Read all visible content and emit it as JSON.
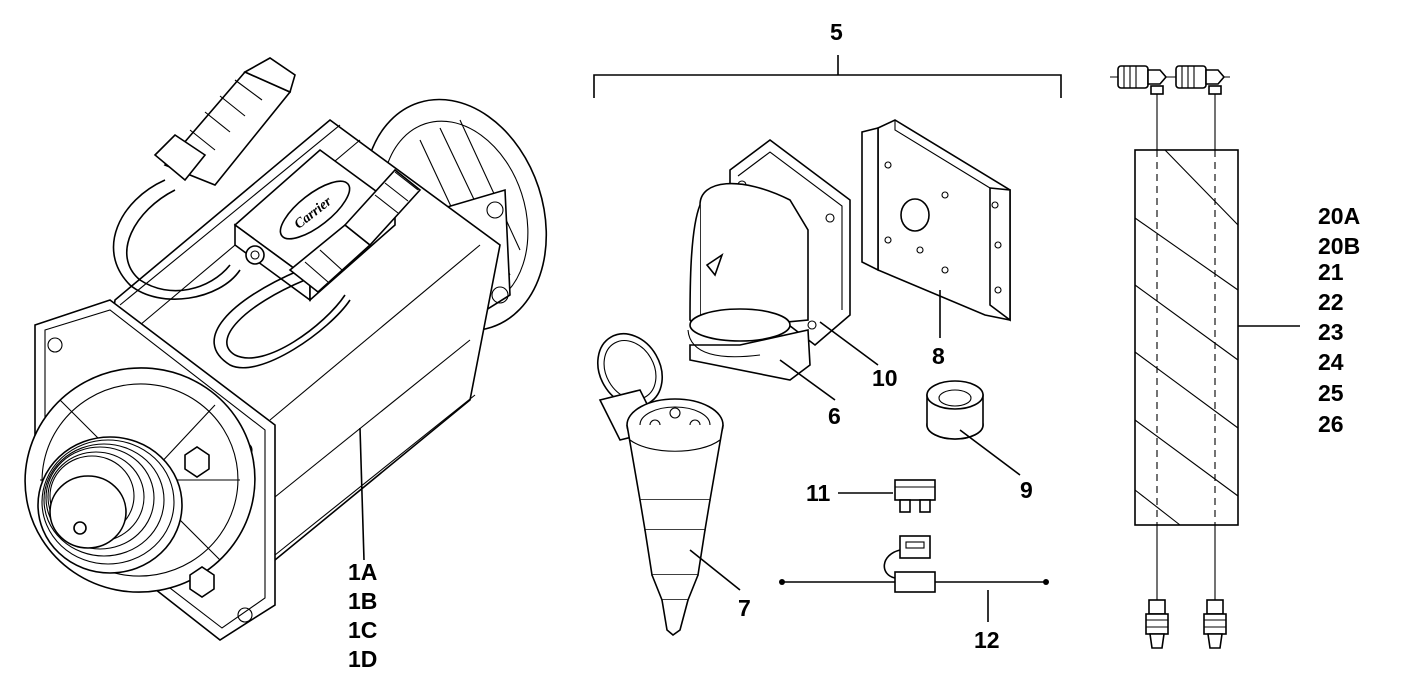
{
  "labels": {
    "kit": "5",
    "p6": "6",
    "p7": "7",
    "p8": "8",
    "p9": "9",
    "p10": "10",
    "p11": "11",
    "p12": "12",
    "motor": [
      "1A",
      "1B",
      "1C",
      "1D"
    ],
    "harness": [
      "20A",
      "20B",
      "21",
      "22",
      "23",
      "24",
      "25",
      "26"
    ]
  },
  "logo_text": "Carrier"
}
